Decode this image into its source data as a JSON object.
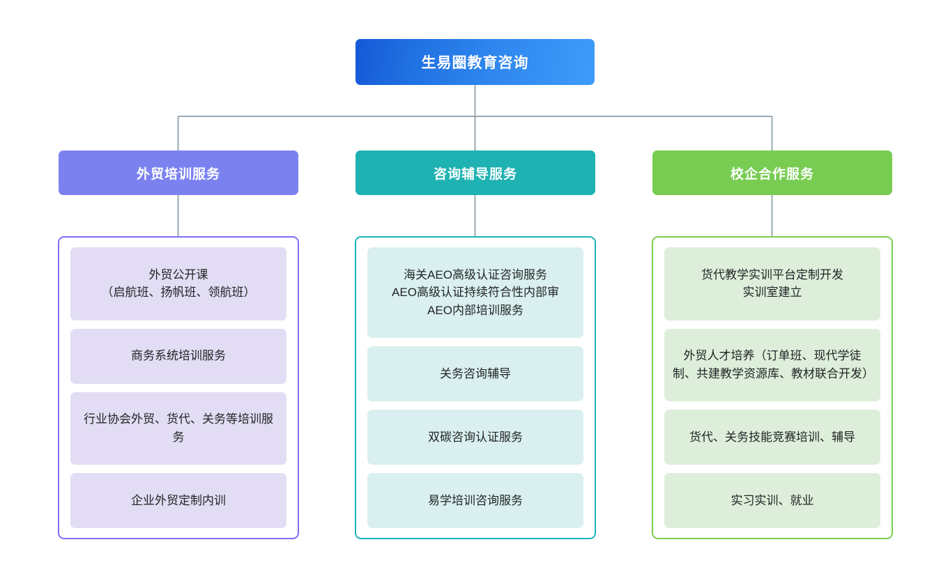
{
  "diagram": {
    "root": {
      "label": "生易圈教育咨询",
      "color_start": "#1558d6",
      "color_end": "#3f9bfa"
    },
    "connector_color": "#9aa8b0",
    "columns": [
      {
        "header": "外贸培训服务",
        "header_color": "#7b82f0",
        "border_color": "#7b6ff5",
        "card_color": "#e2ddf4",
        "items": [
          "外贸公开课\n（启航班、扬帆班、领航班）",
          "商务系统培训服务",
          "行业协会外贸、货代、关务等培训服务",
          "企业外贸定制内训"
        ]
      },
      {
        "header": "咨询辅导服务",
        "header_color": "#1fb2b2",
        "border_color": "#18b5bd",
        "card_color": "#daf0f0",
        "items": [
          "海关AEO高级认证咨询服务\nAEO高级认证持续符合性内部审\nAEO内部培训服务",
          "关务咨询辅导",
          "双碳咨询认证服务",
          "易学培训咨询服务"
        ]
      },
      {
        "header": "校企合作服务",
        "header_color": "#78cc52",
        "border_color": "#79ce4f",
        "card_color": "#ddefda",
        "items": [
          "货代教学实训平台定制开发\n实训室建立",
          "外贸人才培养（订单班、现代学徒制、共建教学资源库、教材联合开发）",
          "货代、关务技能竞赛培训、辅导",
          "实习实训、就业"
        ]
      }
    ]
  }
}
